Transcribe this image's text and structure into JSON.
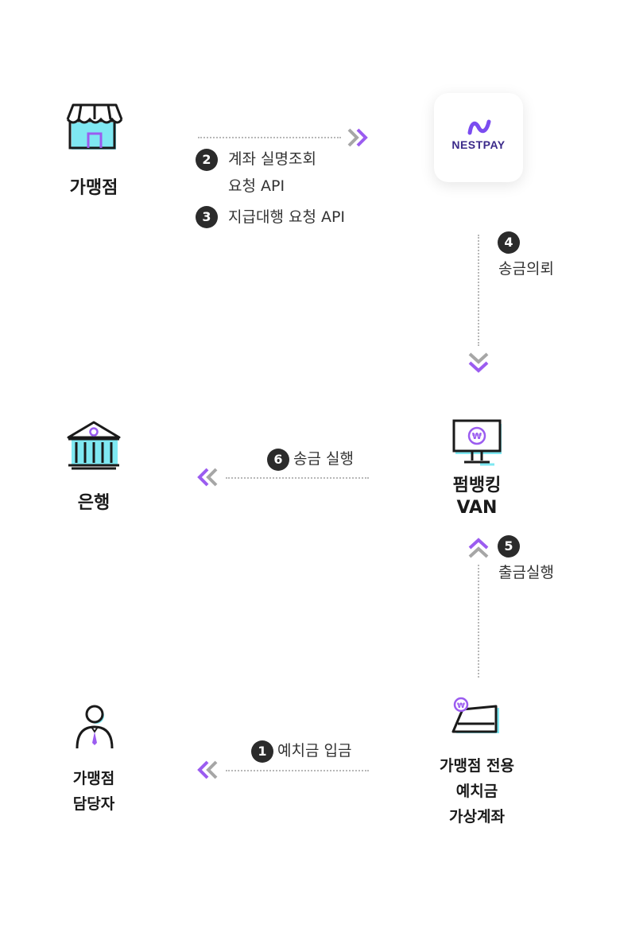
{
  "nodes": {
    "merchant": {
      "label": "가맹점"
    },
    "nestpay": {
      "logo_text": "NESTPAY"
    },
    "bank": {
      "label": "은행"
    },
    "van": {
      "label_line1": "펌뱅킹",
      "label_line2": "VAN"
    },
    "merchant_manager": {
      "label_line1": "가맹점",
      "label_line2": "담당자"
    },
    "virtual_account": {
      "label_line1": "가맹점 전용",
      "label_line2": "예치금",
      "label_line3": "가상계좌"
    }
  },
  "steps": [
    {
      "number": "1",
      "text": "예치금 입금"
    },
    {
      "number": "2",
      "text_line1": "계좌 실명조회",
      "text_line2": "요청 API"
    },
    {
      "number": "3",
      "text": "지급대행 요청 API"
    },
    {
      "number": "4",
      "text": "송금의뢰"
    },
    {
      "number": "5",
      "text": "출금실행"
    },
    {
      "number": "6",
      "text": "송금 실행"
    }
  ],
  "colors": {
    "accent_cyan": "#7fe8f2",
    "accent_purple": "#9b5cf0",
    "dark": "#1a1a1a",
    "line_gray": "#b8b8b8"
  }
}
